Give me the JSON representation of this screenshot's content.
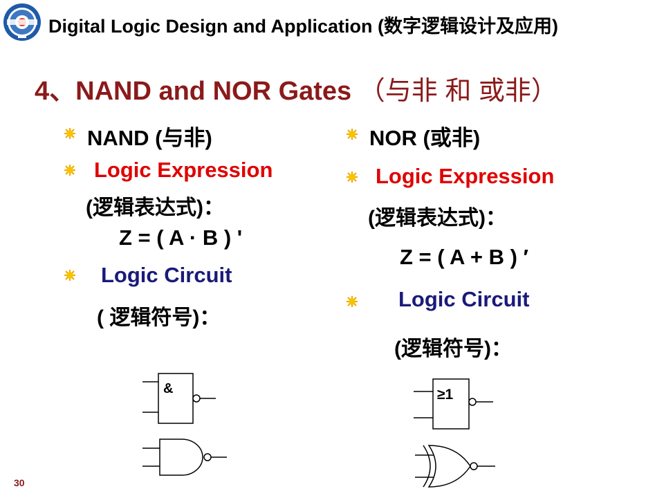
{
  "header": {
    "title": "Digital Logic Design and Application (数字逻辑设计及应用)"
  },
  "slide": {
    "title_en": "4、NAND and NOR Gates",
    "title_cn": "（与非  和  或非）",
    "page_number": "30"
  },
  "left": {
    "heading": "NAND (与非)",
    "expr_label": "Logic Expression",
    "expr_note": "(逻辑表达式)：",
    "formula": "Z = ( A · B ) '",
    "circuit_label": "Logic Circuit",
    "circuit_note": "( 逻辑符号)：",
    "symbol_text": "&"
  },
  "right": {
    "heading": "NOR (或非)",
    "expr_label": "Logic Expression",
    "expr_note": "(逻辑表达式)：",
    "formula": "Z = ( A + B ) ′",
    "circuit_label": "Logic Circuit",
    "circuit_note": "(逻辑符号)：",
    "symbol_text": "≥1"
  },
  "colors": {
    "title": "#8b1a1a",
    "expression": "#e00000",
    "circuit_label": "#1a1a7a",
    "bullet": "#f0a800"
  },
  "icons": {
    "logo": "university-seal-icon",
    "bullet": "sunburst-bullet-icon"
  }
}
